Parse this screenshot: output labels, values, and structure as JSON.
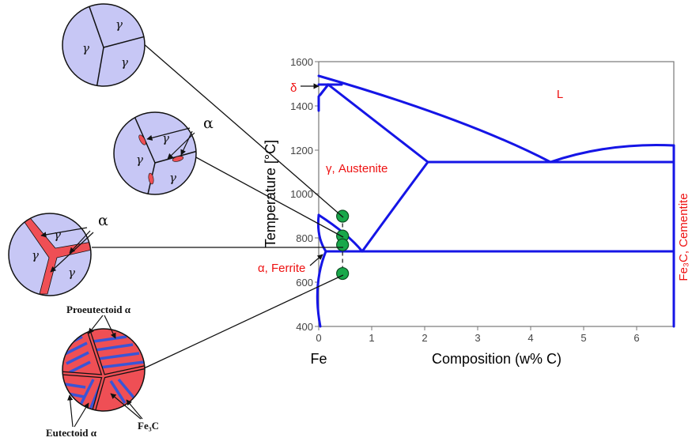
{
  "diagram": {
    "axes": {
      "y_title": "Temperature [°C]",
      "x_title": "Composition (w% C)",
      "x_origin_label": "Fe",
      "y_ticks": [
        "400",
        "600",
        "800",
        "1000",
        "1200",
        "1400",
        "1600"
      ],
      "x_ticks": [
        "0",
        "1",
        "2",
        "3",
        "4",
        "5",
        "6"
      ]
    },
    "phases": {
      "liquid": "L",
      "delta": "δ",
      "gamma": "γ, Austenite",
      "alpha": "α, Ferrite",
      "cementite": "Fe₃C, Cementite"
    },
    "points": [
      {
        "composition_wt_pct_C": 0.45,
        "temperature_C": 900
      },
      {
        "composition_wt_pct_C": 0.45,
        "temperature_C": 810
      },
      {
        "composition_wt_pct_C": 0.45,
        "temperature_C": 770
      },
      {
        "composition_wt_pct_C": 0.45,
        "temperature_C": 640
      }
    ],
    "colors": {
      "phase_lines": "#1515e6",
      "phase_text": "#ee1111",
      "marker_fill": "#18a84a",
      "grain_fill": "#c7c7f5",
      "ferrite": "#ef4f55",
      "pearlite_cementite": "#3a55d6"
    }
  },
  "microstructures": {
    "gamma_symbol": "γ",
    "alpha_symbol": "α",
    "proeutectoid_label": "Proeutectoid α",
    "eutectoid_label": "Eutectoid α",
    "fe3c_label": "Fe₃C"
  }
}
